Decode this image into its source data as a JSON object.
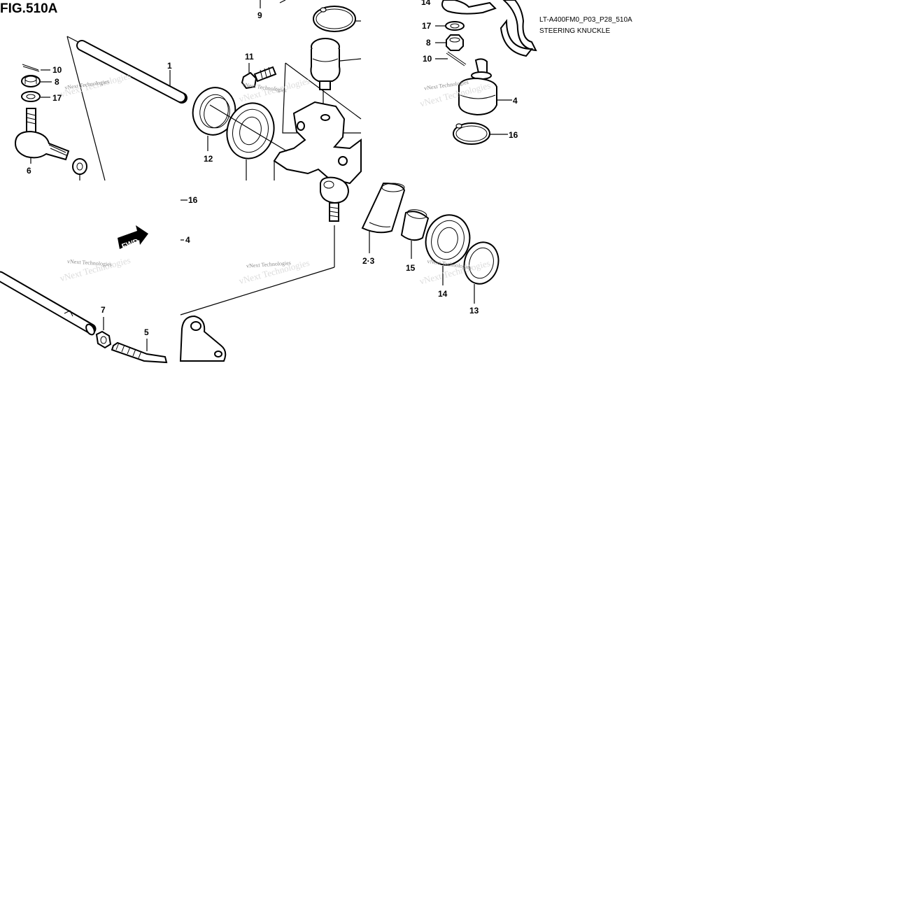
{
  "figure": {
    "title": "FIG.510A",
    "code": "LT-A400FM0_P03_P28_510A",
    "caption": "STEERING KNUCKLE",
    "fwd_label": "FWD"
  },
  "watermark": {
    "text": "vNext Technologies"
  },
  "callouts": {
    "c1": "1",
    "c2_3": "2·3",
    "c4a": "4",
    "c4b": "4",
    "c5": "5",
    "c6": "6",
    "c7": "7",
    "c8a": "8",
    "c8b": "8",
    "c9": "9",
    "c10a": "10",
    "c10b": "10",
    "c11": "11",
    "c12": "12",
    "c13": "13",
    "c14a": "14",
    "c14b": "14",
    "c15": "15",
    "c16a": "16",
    "c16b": "16",
    "c17a": "17",
    "c17b": "17"
  }
}
